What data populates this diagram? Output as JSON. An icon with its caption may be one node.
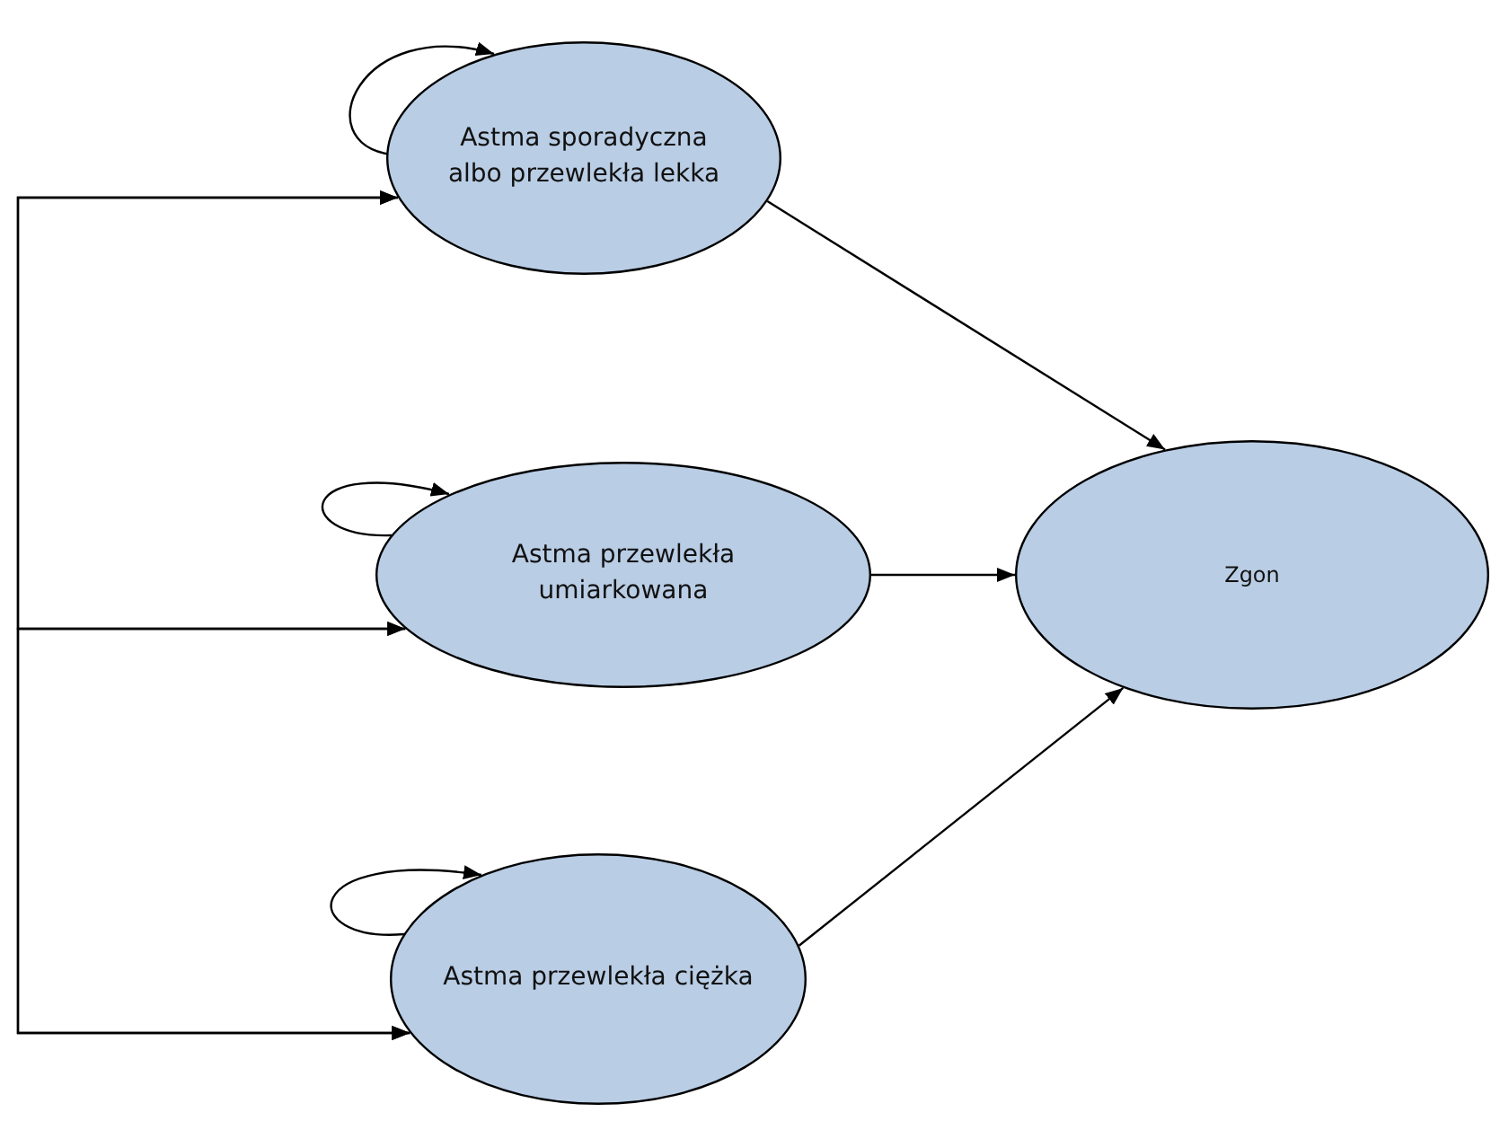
{
  "diagram": {
    "nodes": [
      {
        "text": [
          "Astma sporadyczna albo przewlekła lekka"
        ]
      },
      {
        "text": [
          "Astma przewlekła umiarkowana"
        ]
      },
      {
        "text": [
          "Astma przewlekła ciężka"
        ]
      },
      {
        "text": [
          "Zgon"
        ]
      }
    ],
    "edges": [
      {
        "from": 0,
        "to": 0,
        "arrow": "to"
      },
      {
        "from": 1,
        "to": 1,
        "arrow": "to"
      },
      {
        "from": 2,
        "to": 2,
        "arrow": "to"
      },
      {
        "from": 0,
        "to": 1,
        "arrow": "both"
      },
      {
        "from": 0,
        "to": 2,
        "arrow": "both"
      },
      {
        "from": 1,
        "to": 2,
        "arrow": "both"
      },
      {
        "from": 0,
        "to": 3,
        "arrow": "to"
      },
      {
        "from": 1,
        "to": 3,
        "arrow": "to"
      },
      {
        "from": 2,
        "to": 3,
        "arrow": "to"
      }
    ]
  }
}
